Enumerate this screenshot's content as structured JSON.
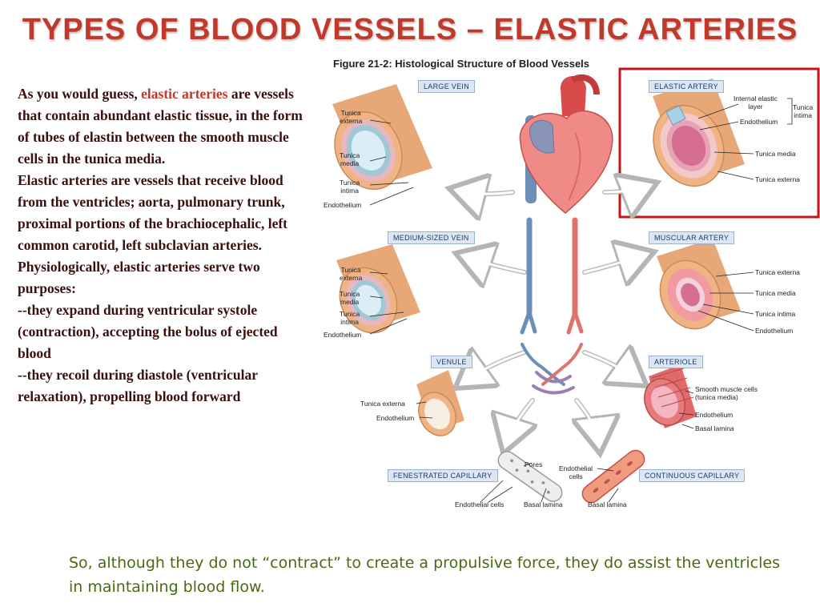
{
  "title": "TYPES OF BLOOD VESSELS – ELASTIC ARTERIES",
  "body": {
    "p1_prefix": "As you would guess, ",
    "p1_highlight": "elastic arteries",
    "p1_rest": " are vessels that contain abundant elastic tissue, in the form of tubes of elastin between the smooth muscle cells in the tunica media.",
    "p2": "Elastic arteries are vessels that receive blood from the ventricles; aorta, pulmonary trunk, proximal portions of the brachiocephalic, left common carotid, left subclavian arteries.  Physiologically, elastic arteries serve two purposes:",
    "p3": "--they expand during ventricular systole (contraction), accepting the bolus of ejected blood",
    "p4": "--they recoil during diastole (ventricular relaxation), propelling blood forward"
  },
  "figure": {
    "title": "Figure 21-2: Histological Structure of Blood Vessels",
    "boxes": {
      "large_vein": "LARGE VEIN",
      "elastic_artery": "ELASTIC ARTERY",
      "medium_vein": "MEDIUM-SIZED VEIN",
      "muscular_artery": "MUSCULAR ARTERY",
      "venule": "VENULE",
      "arteriole": "ARTERIOLE",
      "fenestrated": "FENESTRATED CAPILLARY",
      "continuous": "CONTINUOUS CAPILLARY"
    },
    "labels": {
      "lv_externa": "Tunica\nexterna",
      "lv_media": "Tunica\nmedia",
      "lv_intima": "Tunica\nintima",
      "lv_endo": "Endothelium",
      "ea_internal": "Internal elastic\nlayer",
      "ea_intima": "Tunica\nintima",
      "ea_endo": "Endothelium",
      "ea_media": "Tunica media",
      "ea_externa": "Tunica externa",
      "mv_externa": "Tunica\nexterna",
      "mv_media": "Tunica\nmedia",
      "mv_intima": "Tunica\nintima",
      "mv_endo": "Endothelium",
      "ma_externa": "Tunica externa",
      "ma_media": "Tunica media",
      "ma_intima": "Tunica intima",
      "ma_endo": "Endothelium",
      "vn_externa": "Tunica externa",
      "vn_endo": "Endothelium",
      "ar_smooth": "Smooth muscle cells\n(tunica media)",
      "ar_endo": "Endothelium",
      "ar_basal": "Basal lamina",
      "fc_pores": "Pores",
      "fc_endo": "Endothelial cells",
      "fc_basal": "Basal lamina",
      "cc_endo": "Endothelial\ncells",
      "cc_basal": "Basal lamina"
    }
  },
  "caption": "So, although they do not “contract” to create a propulsive force, they do assist the ventricles in maintaining blood flow.",
  "colors": {
    "title": "#c0392b",
    "highlight": "#c0392b",
    "caption": "#4a6a10",
    "frame": "#c0151b"
  }
}
